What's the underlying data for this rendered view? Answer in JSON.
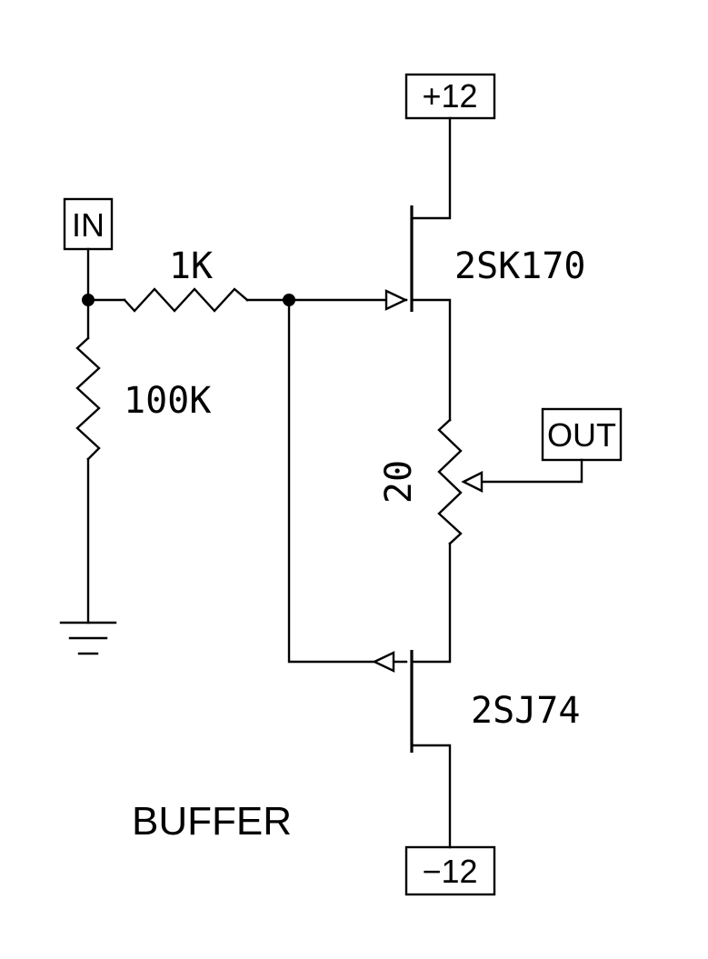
{
  "ports": {
    "vplus": "+12",
    "vminus": "−12",
    "input": "IN",
    "output": "OUT"
  },
  "components": {
    "r_series": "1K",
    "r_input": "100K",
    "pot": "20",
    "q_top": "2SK170",
    "q_bottom": "2SJ74"
  },
  "caption": "BUFFER"
}
